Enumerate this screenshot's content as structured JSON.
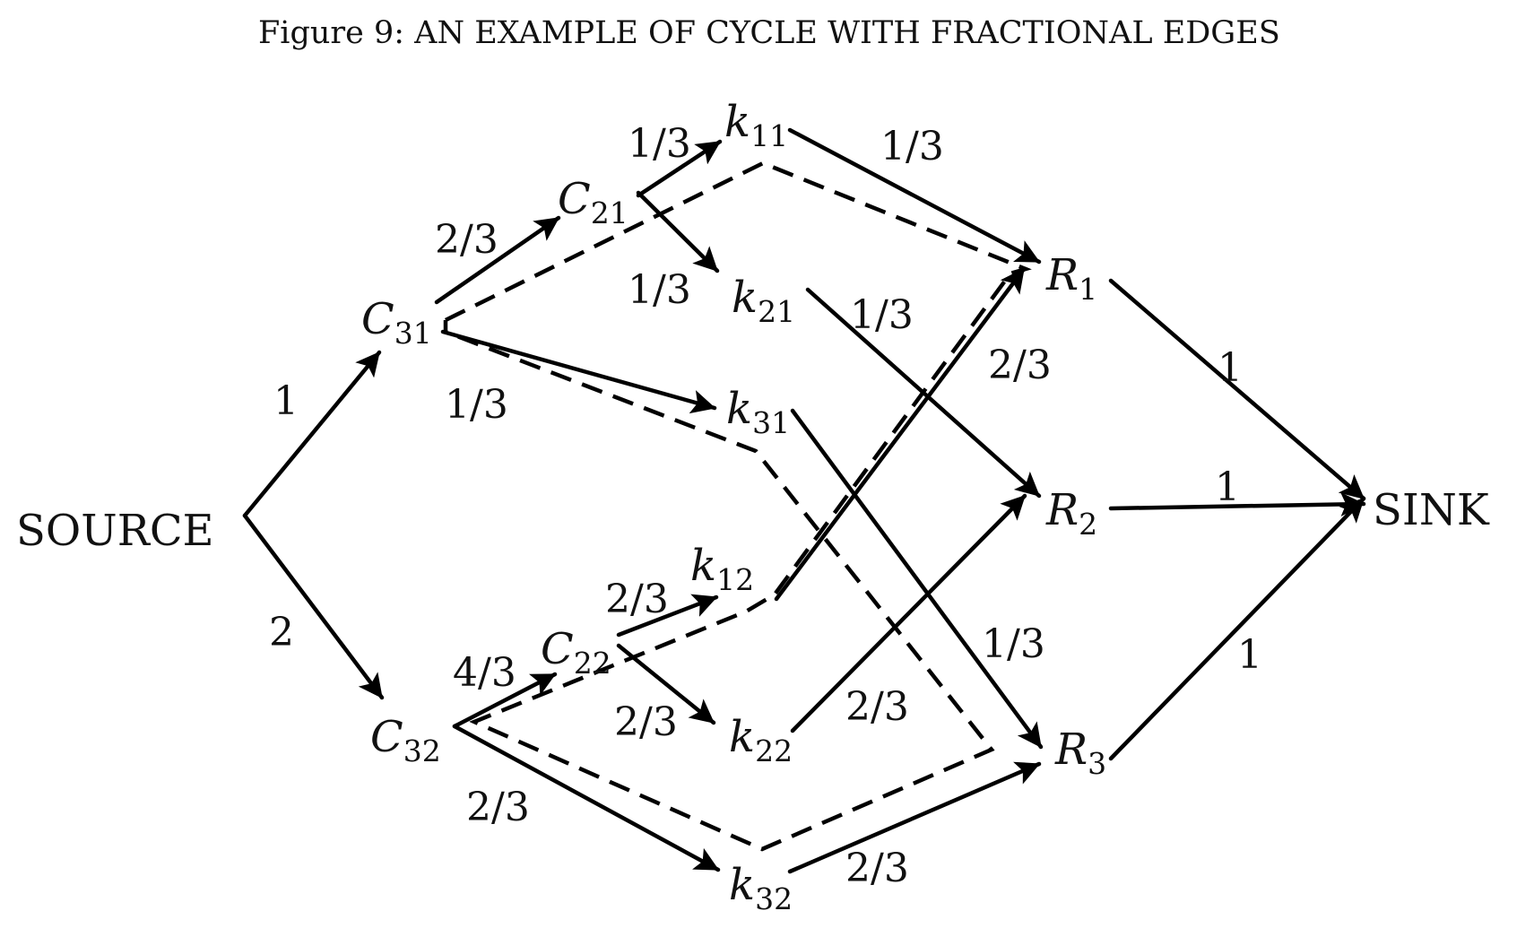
{
  "figure": {
    "caption": "Figure 9:  AN EXAMPLE OF CYCLE WITH FRACTIONAL EDGES"
  },
  "nodes": [
    {
      "id": "source",
      "label": "SOURCE",
      "sub": ""
    },
    {
      "id": "sink",
      "label": "SINK",
      "sub": ""
    },
    {
      "id": "c31",
      "label": "C",
      "sub": "31"
    },
    {
      "id": "c32",
      "label": "C",
      "sub": "32"
    },
    {
      "id": "c21",
      "label": "C",
      "sub": "21"
    },
    {
      "id": "c22",
      "label": "C",
      "sub": "22"
    },
    {
      "id": "k11",
      "label": "k",
      "sub": "11"
    },
    {
      "id": "k21",
      "label": "k",
      "sub": "21"
    },
    {
      "id": "k31",
      "label": "k",
      "sub": "31"
    },
    {
      "id": "k12",
      "label": "k",
      "sub": "12"
    },
    {
      "id": "k22",
      "label": "k",
      "sub": "22"
    },
    {
      "id": "k32",
      "label": "k",
      "sub": "32"
    },
    {
      "id": "r1",
      "label": "R",
      "sub": "1"
    },
    {
      "id": "r2",
      "label": "R",
      "sub": "2"
    },
    {
      "id": "r3",
      "label": "R",
      "sub": "3"
    }
  ],
  "edges": [
    {
      "id": "source-c31",
      "from": "source",
      "to": "c31",
      "label": "1"
    },
    {
      "id": "source-c32",
      "from": "source",
      "to": "c32",
      "label": "2"
    },
    {
      "id": "c31-c21",
      "from": "c31",
      "to": "c21",
      "label": "2/3"
    },
    {
      "id": "c31-k31",
      "from": "c31",
      "to": "k31",
      "label": "1/3"
    },
    {
      "id": "c21-k11",
      "from": "c21",
      "to": "k11",
      "label": "1/3"
    },
    {
      "id": "c21-k21",
      "from": "c21",
      "to": "k21",
      "label": "1/3"
    },
    {
      "id": "c32-c22",
      "from": "c32",
      "to": "c22",
      "label": "4/3"
    },
    {
      "id": "c32-k32",
      "from": "c32",
      "to": "k32",
      "label": "2/3"
    },
    {
      "id": "c22-k12",
      "from": "c22",
      "to": "k12",
      "label": "2/3"
    },
    {
      "id": "c22-k22",
      "from": "c22",
      "to": "k22",
      "label": "2/3"
    },
    {
      "id": "k11-r1",
      "from": "k11",
      "to": "r1",
      "label": "1/3"
    },
    {
      "id": "k21-r2",
      "from": "k21",
      "to": "r2",
      "label": "1/3"
    },
    {
      "id": "k31-r3",
      "from": "k31",
      "to": "r3",
      "label": "1/3"
    },
    {
      "id": "k12-r1",
      "from": "k12",
      "to": "r1",
      "label": "2/3"
    },
    {
      "id": "k22-r2",
      "from": "k22",
      "to": "r2",
      "label": "2/3"
    },
    {
      "id": "k32-r3",
      "from": "k32",
      "to": "r3",
      "label": "2/3"
    },
    {
      "id": "r1-sink",
      "from": "r1",
      "to": "sink",
      "label": "1"
    },
    {
      "id": "r2-sink",
      "from": "r2",
      "to": "sink",
      "label": "1"
    },
    {
      "id": "r3-sink",
      "from": "r3",
      "to": "sink",
      "label": "1"
    }
  ],
  "cycle": {
    "style": "dashed",
    "path": [
      "c31",
      "k11",
      "r1",
      "k12",
      "c22",
      "c32",
      "k32",
      "r3",
      "k31",
      "c31"
    ]
  }
}
